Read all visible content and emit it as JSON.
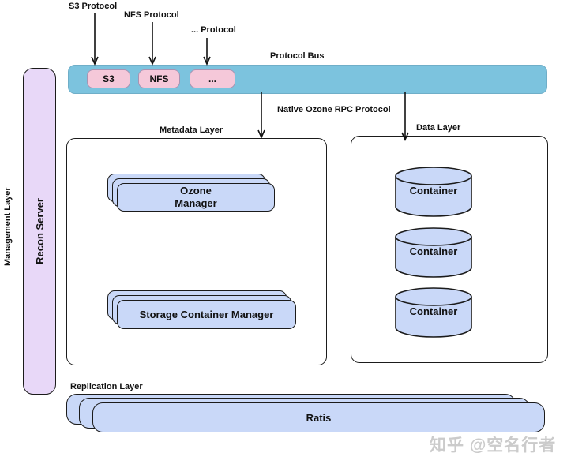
{
  "colors": {
    "bus": "#7CC3DE",
    "pink": "#F5C8D9",
    "light_blue": "#C9D8F8",
    "lavender": "#E8D8F8",
    "watermark_gray": "#CBCBCB"
  },
  "protocol_labels": {
    "s3": "S3 Protocol",
    "nfs": "NFS Protocol",
    "dots": "... Protocol"
  },
  "protocol_bus": {
    "title": "Protocol Bus",
    "chips": {
      "s3": "S3",
      "nfs": "NFS",
      "dots": "..."
    }
  },
  "rpc": {
    "label": "Native Ozone RPC Protocol"
  },
  "management": {
    "layer_label": "Management Layer",
    "recon": "Recon Server"
  },
  "metadata": {
    "layer_label": "Metadata Layer",
    "ozone_manager": "Ozone\nManager",
    "scm": "Storage Container Manager"
  },
  "data_layer": {
    "layer_label": "Data Layer",
    "containers": [
      "Container",
      "Container",
      "Container"
    ]
  },
  "replication": {
    "layer_label": "Replication Layer",
    "ratis": "Ratis"
  },
  "watermark": "知乎 @空名行者"
}
